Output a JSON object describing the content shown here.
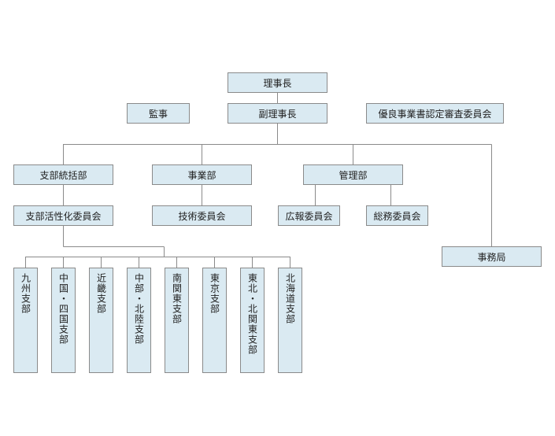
{
  "org": {
    "chairman": "理事長",
    "vice_chairman": "副理事長",
    "auditor": "監事",
    "award_committee": "優良事業書認定審査委員会",
    "branch_dept": "支部統括部",
    "branch_committee": "支部活性化委員会",
    "business_dept": "事業部",
    "tech_committee": "技術委員会",
    "admin_dept": "管理部",
    "pr_committee": "広報委員会",
    "general_committee": "総務委員会",
    "secretariat": "事務局",
    "branches": [
      "九州支部",
      "中国・四国支部",
      "近畿支部",
      "中部・北陸支部",
      "南関東支部",
      "東京支部",
      "東北・北関東支部",
      "北海道支部"
    ]
  }
}
